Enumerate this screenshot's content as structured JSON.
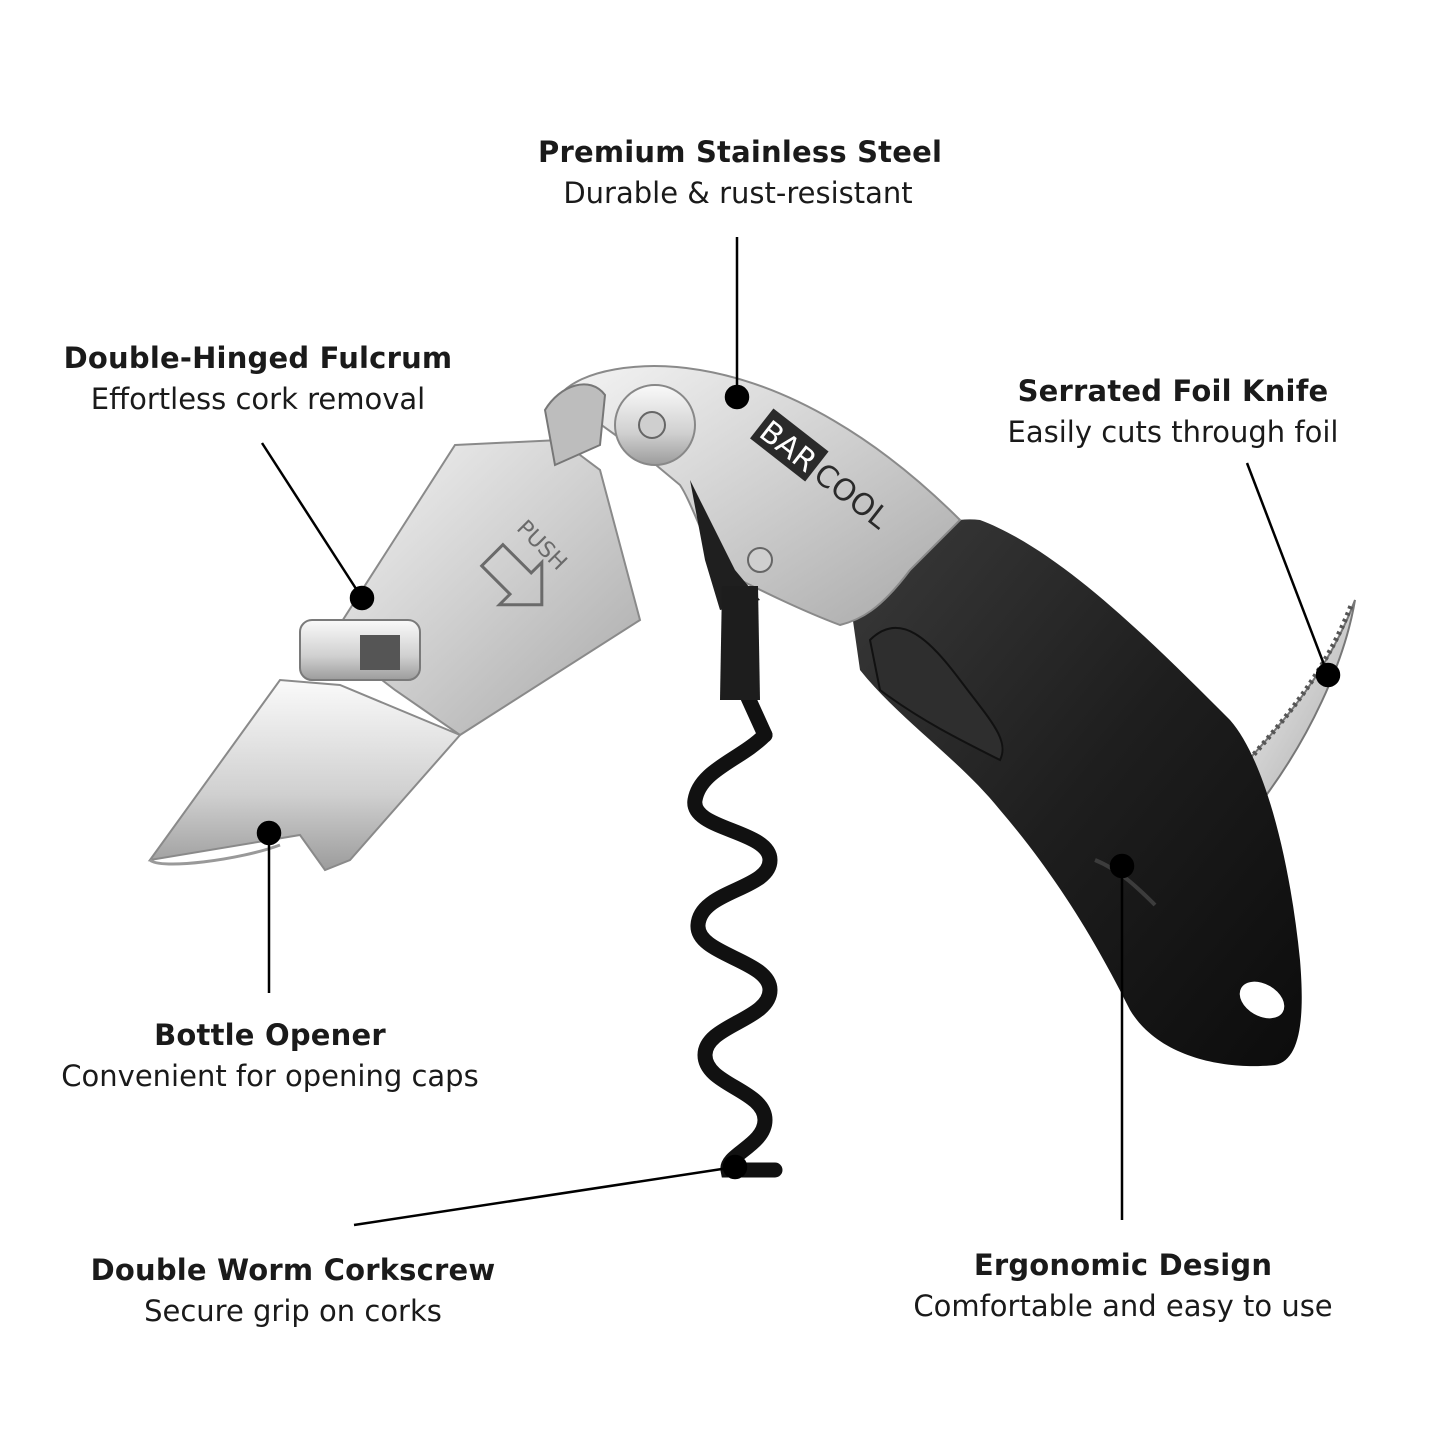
{
  "callouts": {
    "steel": {
      "title": "Premium Stainless Steel",
      "desc": "Durable & rust-resistant"
    },
    "fulcrum": {
      "title": "Double-Hinged Fulcrum",
      "desc": "Effortless cork removal"
    },
    "knife": {
      "title": "Serrated Foil Knife",
      "desc": "Easily cuts through foil"
    },
    "opener": {
      "title": "Bottle Opener",
      "desc": "Convenient for opening caps"
    },
    "worm": {
      "title": "Double Worm Corkscrew",
      "desc": "Secure grip on corks"
    },
    "design": {
      "title": "Ergonomic Design",
      "desc": "Comfortable and easy to use"
    }
  },
  "product": {
    "brand_part1": "BAR",
    "brand_part2": "COOL",
    "push_label": "PUSH"
  },
  "colors": {
    "text": "#1a1a1a",
    "handle": "#1b1b1b",
    "steel_light": "#e6e6e6",
    "steel_dark": "#9a9a9a",
    "marker": "#000000"
  }
}
